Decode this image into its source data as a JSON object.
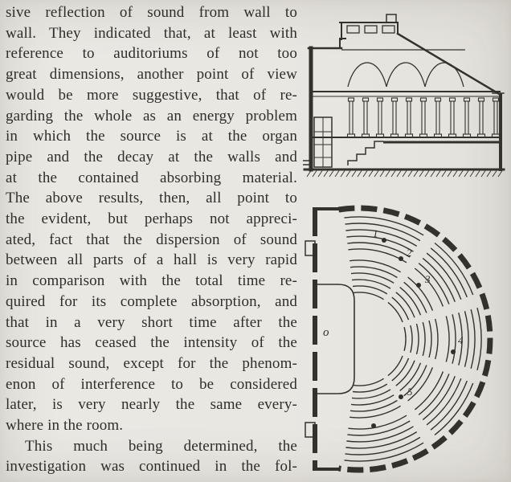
{
  "page": {
    "background": "#e9e7e2",
    "ink": "#2f2e2a"
  },
  "article": {
    "lines": [
      "sive reflection of sound from wall to",
      "wall. They indicated that, at least with",
      "reference to auditoriums of not too",
      "great dimensions, another point of view",
      "would be more suggestive, that of re-",
      "garding the whole as an energy problem",
      "in which the source is at the organ",
      "pipe and the decay at the walls and",
      "at the contained absorbing material.",
      "The above results, then, all point to",
      "the evident, but perhaps not appreci-",
      "ated, fact that the dispersion of sound",
      "between all parts of a hall is very rapid",
      "in comparison with the total time re-",
      "quired for its complete absorption, and",
      "that in a very short time after the",
      "source has ceased the intensity of the",
      "residual sound, except for the phenom-",
      "enon of interference to be considered",
      "later, is very nearly the same every-",
      "where in the room.",
      "This much being determined, the",
      "investigation was continued in the fol-"
    ]
  },
  "figures": {
    "plan": {
      "source_label": "o",
      "stations": [
        {
          "label": "1"
        },
        {
          "label": "2"
        },
        {
          "label": "3"
        },
        {
          "label": "4"
        },
        {
          "label": "5"
        }
      ]
    }
  }
}
